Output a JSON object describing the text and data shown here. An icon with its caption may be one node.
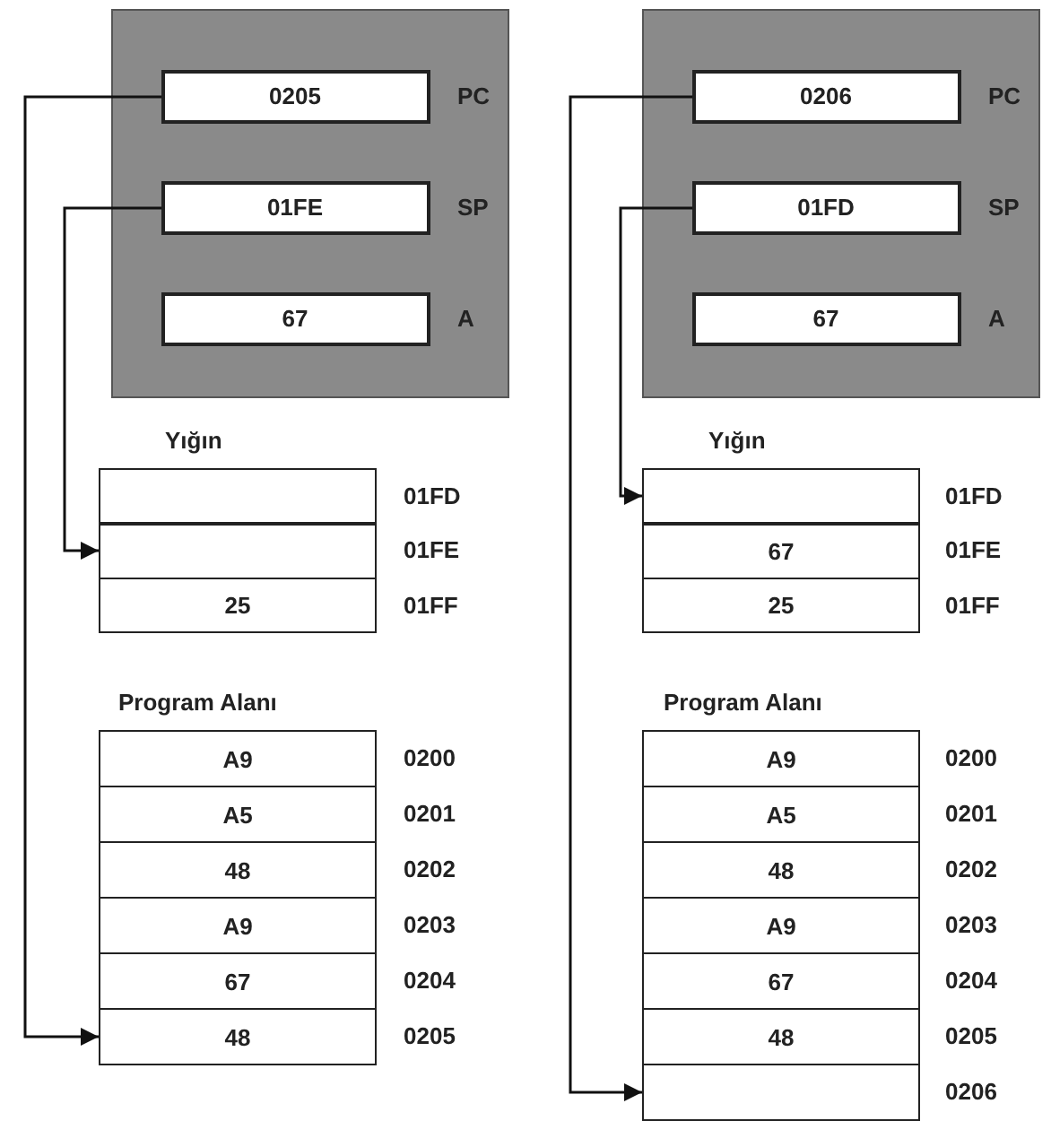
{
  "diagram": {
    "nodes": [
      {
        "text": [],
        "shape": "box"
      },
      {
        "text": [
          "0205"
        ],
        "beside": [
          "PC"
        ],
        "in": 0
      },
      {
        "text": [
          "01FE"
        ],
        "beside": [
          "SP"
        ],
        "in": 0
      },
      {
        "text": [
          "67"
        ],
        "beside": [
          "A"
        ],
        "in": 0
      },
      {
        "text": [],
        "shape": "box",
        "beside": [
          "01FD"
        ]
      },
      {
        "text": [],
        "shape": "box",
        "beside": [
          "01FE"
        ]
      },
      {
        "text": [
          "25"
        ],
        "beside": [
          "01FF"
        ]
      },
      {
        "text": [
          "A9"
        ],
        "beside": [
          "0200"
        ]
      },
      {
        "text": [
          "A5"
        ],
        "beside": [
          "0201"
        ]
      },
      {
        "text": [
          "48"
        ],
        "beside": [
          "0202"
        ]
      },
      {
        "text": [
          "A9"
        ],
        "beside": [
          "0203"
        ]
      },
      {
        "text": [
          "67"
        ],
        "beside": [
          "0204"
        ]
      },
      {
        "text": [
          "48"
        ],
        "beside": [
          "0205"
        ]
      },
      {
        "text": [],
        "shape": "box"
      },
      {
        "text": [
          "0206"
        ],
        "beside": [
          "PC"
        ],
        "in": 13
      },
      {
        "text": [
          "01FD"
        ],
        "beside": [
          "SP"
        ],
        "in": 13
      },
      {
        "text": [
          "67"
        ],
        "beside": [
          "A"
        ],
        "in": 13
      },
      {
        "text": [],
        "shape": "box",
        "beside": [
          "01FD"
        ]
      },
      {
        "text": [
          "67"
        ],
        "beside": [
          "01FE"
        ]
      },
      {
        "text": [
          "25"
        ],
        "beside": [
          "01FF"
        ]
      },
      {
        "text": [
          "A9"
        ],
        "beside": [
          "0200"
        ]
      },
      {
        "text": [
          "A5"
        ],
        "beside": [
          "0201"
        ]
      },
      {
        "text": [
          "48"
        ],
        "beside": [
          "0202"
        ]
      },
      {
        "text": [
          "A9"
        ],
        "beside": [
          "0203"
        ]
      },
      {
        "text": [
          "67"
        ],
        "beside": [
          "0204"
        ]
      },
      {
        "text": [
          "48"
        ],
        "beside": [
          "0205"
        ]
      },
      {
        "text": [],
        "shape": "box",
        "beside": [
          "0206"
        ]
      }
    ],
    "edges": [
      {
        "from": 1,
        "to": 12,
        "arrow": "to"
      },
      {
        "from": 2,
        "to": 5,
        "arrow": "to"
      },
      {
        "from": 14,
        "to": 26,
        "arrow": "to"
      },
      {
        "from": 15,
        "to": 17,
        "arrow": "to"
      }
    ],
    "labels": [
      "Yığın",
      "Yığın",
      "Program Alanı",
      "Program Alanı"
    ]
  }
}
